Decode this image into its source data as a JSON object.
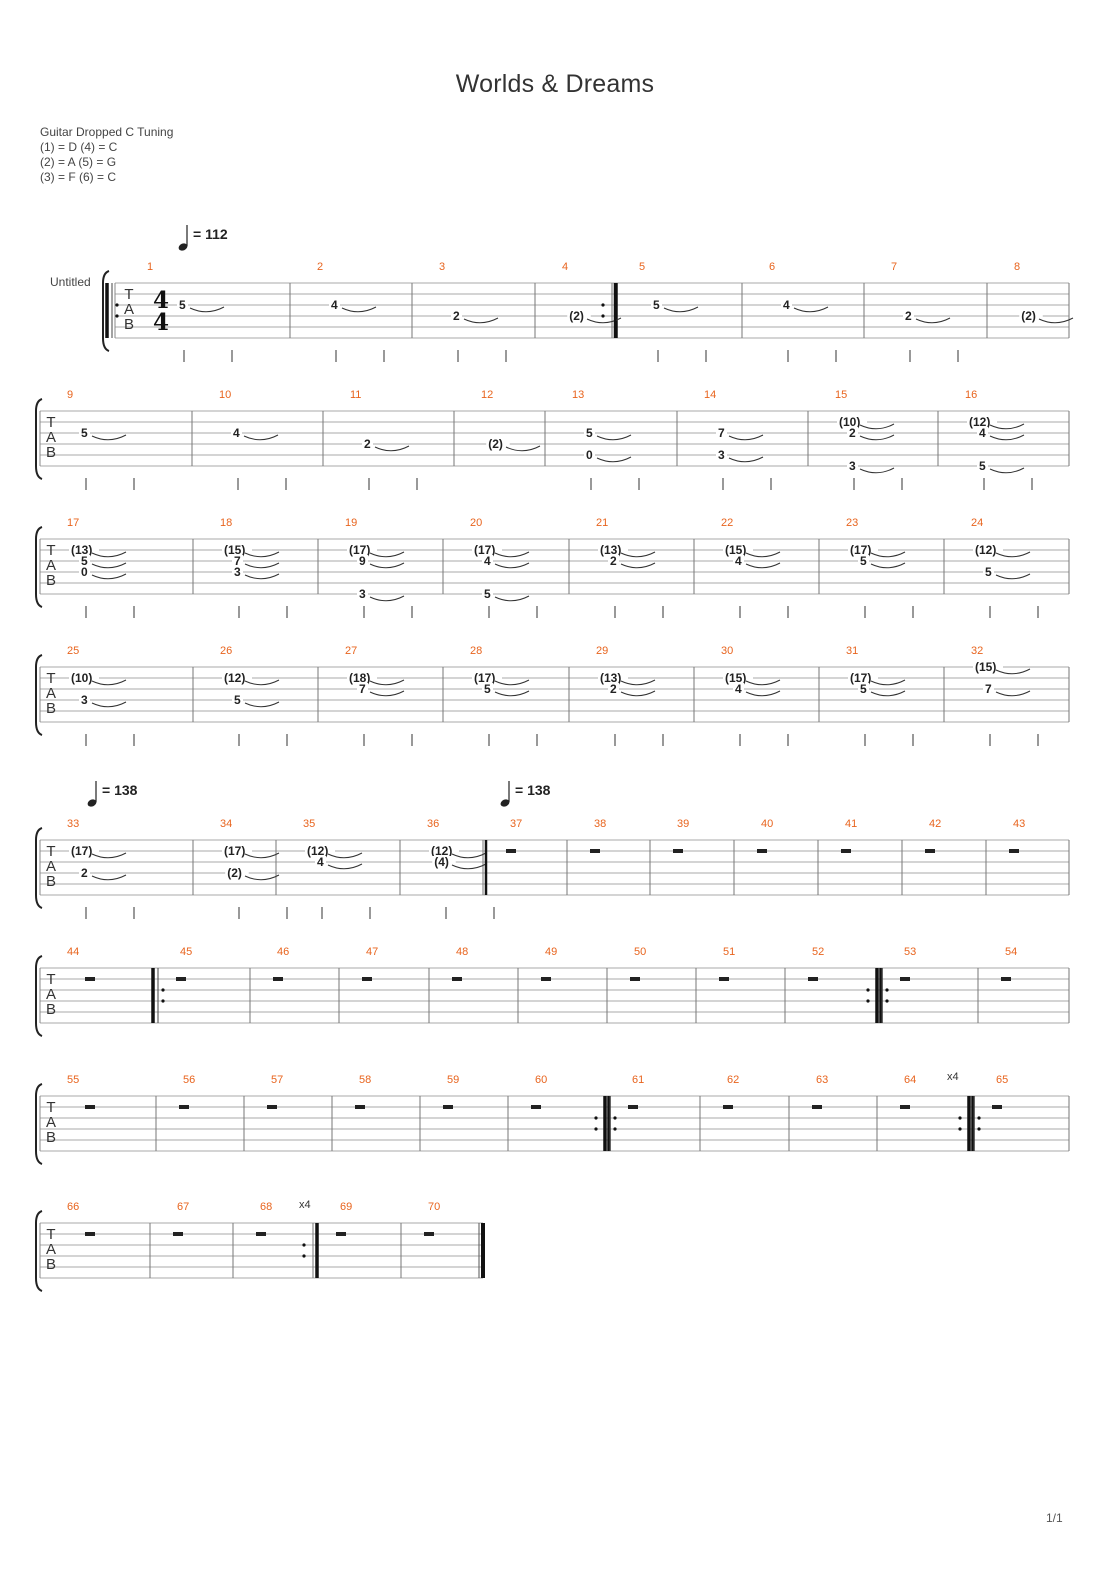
{
  "document": {
    "title": "Worlds & Dreams",
    "instrument": "Guitar Dropped C Tuning",
    "tuning_lines": [
      "(1) = D (4) = C",
      "(2) = A (5) = G",
      "(3) = F  (6) = C"
    ],
    "track_name": "Untitled",
    "page_number": "1/1",
    "time_signature": "4/4",
    "tab_letters": [
      "T",
      "A",
      "B"
    ]
  },
  "tempos": [
    {
      "measure": 1,
      "text": "= 112"
    },
    {
      "measure": 33,
      "text": "= 138"
    },
    {
      "measure": 37,
      "text": "= 138"
    }
  ],
  "repeats": [
    {
      "after_measure": 64,
      "text": "x4"
    },
    {
      "after_measure": 68,
      "text": "x4"
    }
  ],
  "systems": [
    {
      "measures": [
        {
          "n": 1,
          "notes": [
            {
              "f": "5",
              "s": 2
            }
          ],
          "repeat_start": true
        },
        {
          "n": 2,
          "notes": [
            {
              "f": "4",
              "s": 2
            }
          ]
        },
        {
          "n": 3,
          "notes": [
            {
              "f": "2",
              "s": 3
            }
          ]
        },
        {
          "n": 4,
          "notes": [
            {
              "f": "(2)",
              "s": 3
            }
          ],
          "repeat_end": true
        },
        {
          "n": 5,
          "notes": [
            {
              "f": "5",
              "s": 2
            }
          ],
          "double_start": true
        },
        {
          "n": 6,
          "notes": [
            {
              "f": "4",
              "s": 2
            }
          ]
        },
        {
          "n": 7,
          "notes": [
            {
              "f": "2",
              "s": 3
            }
          ]
        },
        {
          "n": 8,
          "notes": [
            {
              "f": "(2)",
              "s": 3
            }
          ]
        }
      ]
    },
    {
      "measures": [
        {
          "n": 9,
          "notes": [
            {
              "f": "5",
              "s": 2
            }
          ]
        },
        {
          "n": 10,
          "notes": [
            {
              "f": "4",
              "s": 2
            }
          ]
        },
        {
          "n": 11,
          "notes": [
            {
              "f": "2",
              "s": 3
            }
          ]
        },
        {
          "n": 12,
          "notes": [
            {
              "f": "(2)",
              "s": 3
            }
          ]
        },
        {
          "n": 13,
          "notes": [
            {
              "f": "5",
              "s": 2
            },
            {
              "f": "0",
              "s": 4
            }
          ]
        },
        {
          "n": 14,
          "notes": [
            {
              "f": "7",
              "s": 2
            },
            {
              "f": "3",
              "s": 4
            }
          ]
        },
        {
          "n": 15,
          "notes": [
            {
              "f": "(10)",
              "s": 1
            },
            {
              "f": "2",
              "s": 2
            },
            {
              "f": "3",
              "s": 5
            }
          ]
        },
        {
          "n": 16,
          "notes": [
            {
              "f": "(12)",
              "s": 1
            },
            {
              "f": "4",
              "s": 2
            },
            {
              "f": "5",
              "s": 5
            }
          ]
        }
      ]
    },
    {
      "measures": [
        {
          "n": 17,
          "notes": [
            {
              "f": "(13)",
              "s": 1
            },
            {
              "f": "5",
              "s": 2
            },
            {
              "f": "0",
              "s": 3
            }
          ]
        },
        {
          "n": 18,
          "notes": [
            {
              "f": "(15)",
              "s": 1
            },
            {
              "f": "7",
              "s": 2
            },
            {
              "f": "3",
              "s": 3
            }
          ]
        },
        {
          "n": 19,
          "notes": [
            {
              "f": "(17)",
              "s": 1
            },
            {
              "f": "9",
              "s": 2
            },
            {
              "f": "3",
              "s": 5
            }
          ]
        },
        {
          "n": 20,
          "notes": [
            {
              "f": "(17)",
              "s": 1
            },
            {
              "f": "4",
              "s": 2
            },
            {
              "f": "5",
              "s": 5
            }
          ]
        },
        {
          "n": 21,
          "notes": [
            {
              "f": "(13)",
              "s": 1
            },
            {
              "f": "2",
              "s": 2
            }
          ]
        },
        {
          "n": 22,
          "notes": [
            {
              "f": "(15)",
              "s": 1
            },
            {
              "f": "4",
              "s": 2
            }
          ]
        },
        {
          "n": 23,
          "notes": [
            {
              "f": "(17)",
              "s": 1
            },
            {
              "f": "5",
              "s": 2
            }
          ]
        },
        {
          "n": 24,
          "notes": [
            {
              "f": "(12)",
              "s": 1
            },
            {
              "f": "5",
              "s": 3
            }
          ]
        }
      ]
    },
    {
      "measures": [
        {
          "n": 25,
          "notes": [
            {
              "f": "(10)",
              "s": 1
            },
            {
              "f": "3",
              "s": 3
            }
          ]
        },
        {
          "n": 26,
          "notes": [
            {
              "f": "(12)",
              "s": 1
            },
            {
              "f": "5",
              "s": 3
            }
          ]
        },
        {
          "n": 27,
          "notes": [
            {
              "f": "(18)",
              "s": 1
            },
            {
              "f": "7",
              "s": 2
            }
          ]
        },
        {
          "n": 28,
          "notes": [
            {
              "f": "(17)",
              "s": 1
            },
            {
              "f": "5",
              "s": 2
            }
          ]
        },
        {
          "n": 29,
          "notes": [
            {
              "f": "(13)",
              "s": 1
            },
            {
              "f": "2",
              "s": 2
            }
          ]
        },
        {
          "n": 30,
          "notes": [
            {
              "f": "(15)",
              "s": 1
            },
            {
              "f": "4",
              "s": 2
            }
          ]
        },
        {
          "n": 31,
          "notes": [
            {
              "f": "(17)",
              "s": 1
            },
            {
              "f": "5",
              "s": 2
            }
          ]
        },
        {
          "n": 32,
          "notes": [
            {
              "f": "(15)",
              "s": 0
            },
            {
              "f": "7",
              "s": 2
            }
          ]
        }
      ]
    },
    {
      "measures": [
        {
          "n": 33,
          "notes": [
            {
              "f": "(17)",
              "s": 1
            },
            {
              "f": "2",
              "s": 3
            }
          ]
        },
        {
          "n": 34,
          "notes": [
            {
              "f": "(17)",
              "s": 1
            },
            {
              "f": "(2)",
              "s": 3
            }
          ]
        },
        {
          "n": 35,
          "notes": [
            {
              "f": "(12)",
              "s": 1
            },
            {
              "f": "4",
              "s": 2
            }
          ]
        },
        {
          "n": 36,
          "notes": [
            {
              "f": "(12)",
              "s": 1
            },
            {
              "f": "(4)",
              "s": 2
            }
          ]
        },
        {
          "n": 37,
          "rest": true,
          "double_start": true
        },
        {
          "n": 38,
          "rest": true
        },
        {
          "n": 39,
          "rest": true
        },
        {
          "n": 40,
          "rest": true
        },
        {
          "n": 41,
          "rest": true
        },
        {
          "n": 42,
          "rest": true
        },
        {
          "n": 43,
          "rest": true
        }
      ]
    },
    {
      "measures": [
        {
          "n": 44,
          "rest": true
        },
        {
          "n": 45,
          "rest": true,
          "repeat_start": true
        },
        {
          "n": 46,
          "rest": true
        },
        {
          "n": 47,
          "rest": true
        },
        {
          "n": 48,
          "rest": true
        },
        {
          "n": 49,
          "rest": true
        },
        {
          "n": 50,
          "rest": true
        },
        {
          "n": 51,
          "rest": true
        },
        {
          "n": 52,
          "rest": true,
          "repeat_end": true
        },
        {
          "n": 53,
          "rest": true,
          "repeat_start": true
        },
        {
          "n": 54,
          "rest": true
        }
      ]
    },
    {
      "measures": [
        {
          "n": 55,
          "rest": true
        },
        {
          "n": 56,
          "rest": true
        },
        {
          "n": 57,
          "rest": true
        },
        {
          "n": 58,
          "rest": true
        },
        {
          "n": 59,
          "rest": true
        },
        {
          "n": 60,
          "rest": true,
          "repeat_end": true
        },
        {
          "n": 61,
          "rest": true,
          "repeat_start": true
        },
        {
          "n": 62,
          "rest": true
        },
        {
          "n": 63,
          "rest": true
        },
        {
          "n": 64,
          "rest": true,
          "repeat_end": true
        },
        {
          "n": 65,
          "rest": true,
          "repeat_start": true
        }
      ]
    },
    {
      "measures": [
        {
          "n": 66,
          "rest": true
        },
        {
          "n": 67,
          "rest": true
        },
        {
          "n": 68,
          "rest": true,
          "repeat_end": true
        },
        {
          "n": 69,
          "rest": true
        },
        {
          "n": 70,
          "rest": true,
          "final": true
        }
      ]
    }
  ]
}
